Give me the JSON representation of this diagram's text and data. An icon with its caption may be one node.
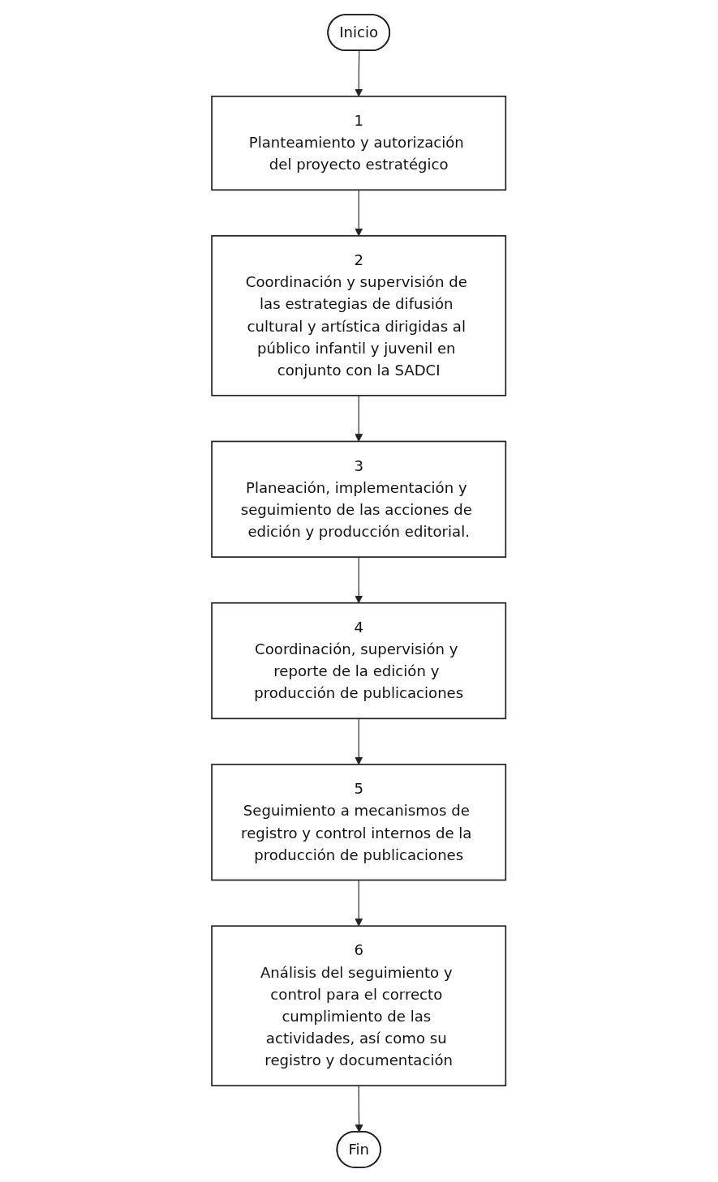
{
  "diagram": {
    "nodes": [
      {
        "text": [
          "Inicio"
        ]
      },
      {
        "text": [
          "1",
          "Planteamiento y autorización del proyecto estratégico"
        ]
      },
      {
        "text": [
          "2",
          "Coordinación y supervisión de las estrategias de difusión cultural y artística dirigidas al público infantil y juvenil en conjunto con la SADCI"
        ]
      },
      {
        "text": [
          "3",
          "Planeación, implementación y seguimiento de las acciones de edición y producción editorial."
        ]
      },
      {
        "text": [
          "4",
          "Coordinación, supervisión y reporte de la edición y producción de publicaciones"
        ]
      },
      {
        "text": [
          "5",
          "Seguimiento a mecanismos de registro y control internos de la producción de publicaciones"
        ]
      },
      {
        "text": [
          "6",
          "Análisis del seguimiento y control para el correcto cumplimiento de las actividades, así como su registro y documentación"
        ]
      },
      {
        "text": [
          "Fin"
        ]
      }
    ],
    "edges": [
      {
        "from": 0,
        "to": 1,
        "arrow": "to"
      },
      {
        "from": 1,
        "to": 2,
        "arrow": "to"
      },
      {
        "from": 2,
        "to": 3,
        "arrow": "to"
      },
      {
        "from": 3,
        "to": 4,
        "arrow": "to"
      },
      {
        "from": 4,
        "to": 5,
        "arrow": "to"
      },
      {
        "from": 5,
        "to": 6,
        "arrow": "to"
      },
      {
        "from": 6,
        "to": 7,
        "arrow": "to"
      }
    ]
  }
}
